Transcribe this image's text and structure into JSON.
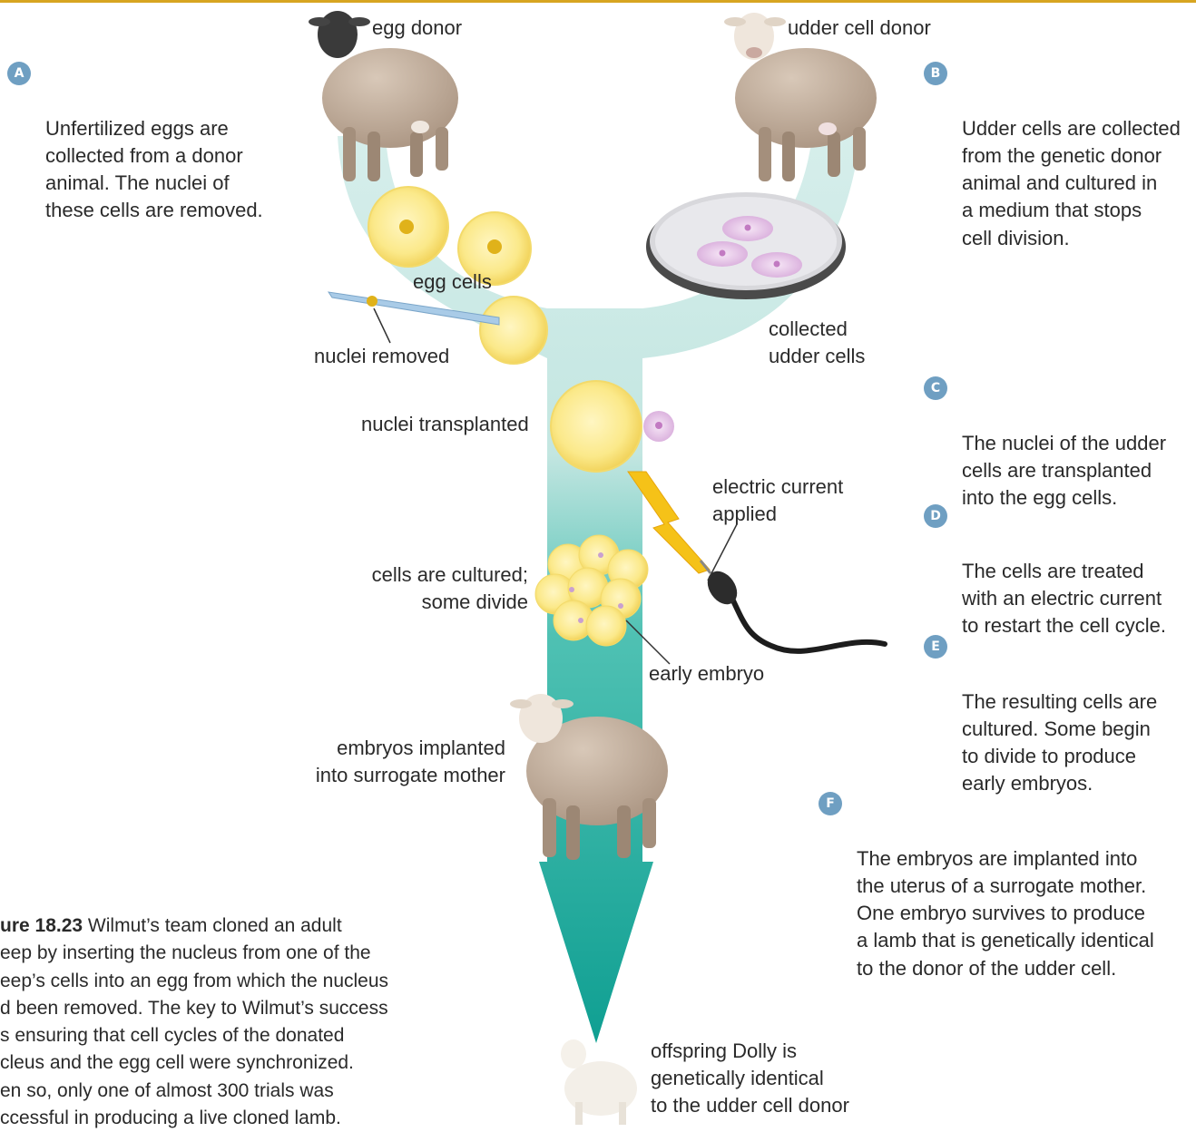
{
  "colors": {
    "top_rule": "#d7a521",
    "badge": "#6f9fc2",
    "flow_light": "#cfe9e6",
    "flow_dark": "#17a79a",
    "egg": "#fbe98a",
    "udder_cell": "#e6c4e6"
  },
  "labels": {
    "egg_donor": "egg donor",
    "udder_cell_donor": "udder cell donor",
    "egg_cells": "egg cells",
    "nuclei_removed": "nuclei removed",
    "collected_udder_cells": "collected\nudder cells",
    "nuclei_transplanted": "nuclei transplanted",
    "electric_current": "electric current\napplied",
    "cells_cultured": "cells are cultured;\nsome divide",
    "early_embryo": "early embryo",
    "embryos_implanted": "embryos implanted\ninto surrogate mother",
    "offspring": "offspring Dolly is\ngenetically identical\nto the udder cell donor"
  },
  "steps": [
    {
      "letter": "A",
      "text": "Unfertilized eggs are\ncollected from a donor\nanimal. The nuclei of\nthese cells are removed."
    },
    {
      "letter": "B",
      "text": "Udder cells are collected\nfrom the genetic donor\nanimal and cultured in\na medium that stops\ncell division."
    },
    {
      "letter": "C",
      "text": "The nuclei of the udder\ncells are transplanted\ninto the egg cells."
    },
    {
      "letter": "D",
      "text": "The cells are treated\nwith an electric current\nto restart the cell cycle."
    },
    {
      "letter": "E",
      "text": "The resulting cells are\ncultured. Some begin\nto divide to produce\nearly embryos."
    },
    {
      "letter": "F",
      "text": "The embryos are implanted into\nthe uterus of a surrogate mother.\nOne embryo survives to produce\na lamb that is genetically identical\nto the donor of the udder cell."
    }
  ],
  "caption": {
    "figure_label": "ure 18.23",
    "text": "Wilmut’s team cloned an adult\neep by inserting the nucleus from one of the\neep’s cells into an egg from which the nucleus\nd been removed. The key to Wilmut’s success\ns ensuring that cell cycles of the donated\ncleus and the egg cell were synchronized.\nen so, only one of almost 300 trials was\nccessful in producing a live cloned lamb."
  }
}
